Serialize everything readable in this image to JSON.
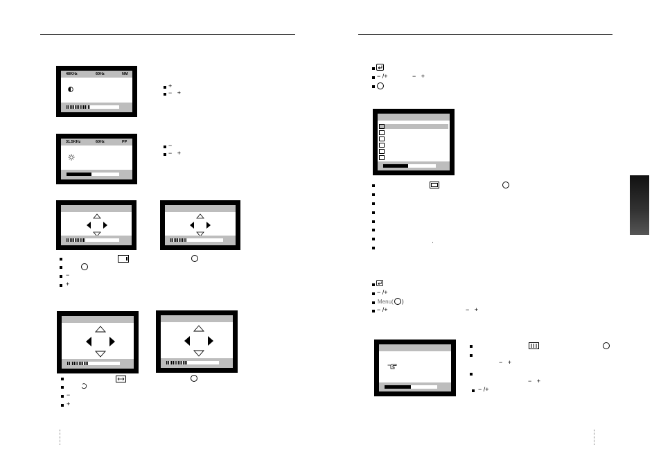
{
  "screen1": {
    "h_freq": "48KHz",
    "v_freq": "60Hz",
    "mode": "NM",
    "level": 0.5
  },
  "screen2": {
    "h_freq": "31.5KHz",
    "v_freq": "60Hz",
    "mode": "PP",
    "level": 0.5
  },
  "screen3": {
    "level": 0.35
  },
  "screen4": {
    "level": 0.3
  },
  "screen5": {
    "level": 0.35
  },
  "screen6": {
    "level": 0.35
  },
  "screen7": {
    "level": 0.45
  },
  "screen8": {
    "level": 0.5
  },
  "bullets": {
    "plus": "+",
    "minus": "−",
    "minus_plus": "−   +",
    "minus_slash_plus": "− /+",
    "menu": "Menu(",
    "menu_close": ")",
    "apostrophe": "'"
  },
  "icons": {
    "contrast": "contrast-icon",
    "brightness": "brightness-icon",
    "enter": "enter-icon",
    "circle": "circle-icon",
    "hand": "pointing-hand-icon"
  }
}
